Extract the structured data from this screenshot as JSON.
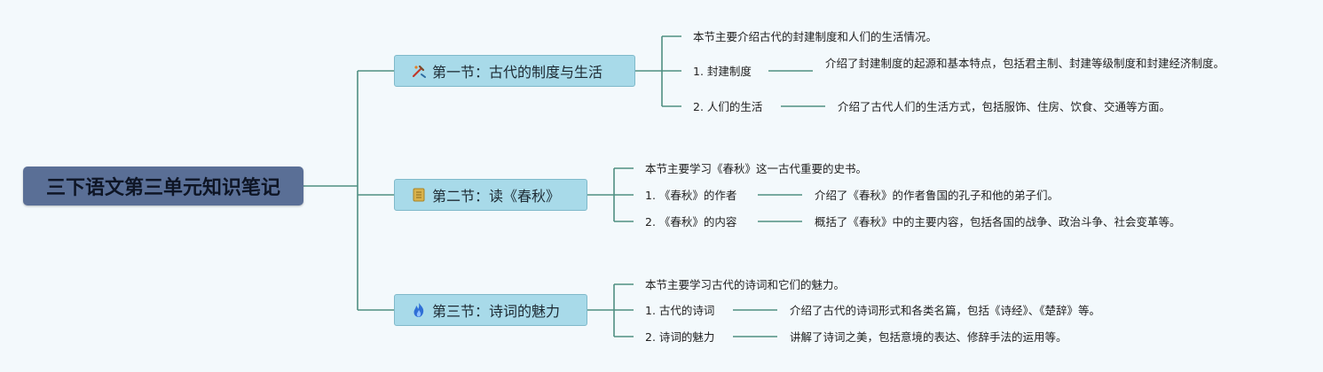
{
  "root": {
    "title": "三下语文第三单元知识笔记"
  },
  "sections": [
    {
      "title": "第一节：古代的制度与生活",
      "icon": "tools-icon",
      "intro": "本节主要介绍古代的封建制度和人们的生活情况。",
      "items": [
        {
          "label": "1. 封建制度",
          "desc": "介绍了封建制度的起源和基本特点，包括君主制、封建等级制度和封建经济制度。"
        },
        {
          "label": "2. 人们的生活",
          "desc": "介绍了古代人们的生活方式，包括服饰、住房、饮食、交通等方面。"
        }
      ]
    },
    {
      "title": "第二节：读《春秋》",
      "icon": "book-icon",
      "intro": "本节主要学习《春秋》这一古代重要的史书。",
      "items": [
        {
          "label": "1. 《春秋》的作者",
          "desc": "介绍了《春秋》的作者鲁国的孔子和他的弟子们。"
        },
        {
          "label": "2. 《春秋》的内容",
          "desc": "概括了《春秋》中的主要内容，包括各国的战争、政治斗争、社会变革等。"
        }
      ]
    },
    {
      "title": "第三节：诗词的魅力",
      "icon": "fire-icon",
      "intro": "本节主要学习古代的诗词和它们的魅力。",
      "items": [
        {
          "label": "1. 古代的诗词",
          "desc": "介绍了古代的诗词形式和各类名篇，包括《诗经》、《楚辞》等。"
        },
        {
          "label": "2. 诗词的魅力",
          "desc": "讲解了诗词之美，包括意境的表达、修辞手法的运用等。"
        }
      ]
    }
  ],
  "colors": {
    "line": "#4f8f82",
    "root_bg": "#5a6f96",
    "section_bg": "#a8dae9"
  }
}
